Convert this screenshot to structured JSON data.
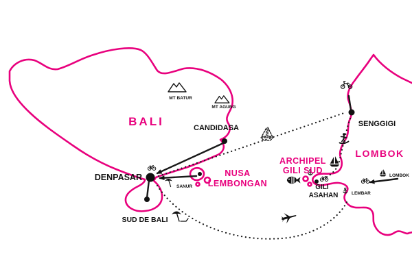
{
  "map": {
    "colors": {
      "island_outline": "#e8007d",
      "region_label": "#e8007d",
      "route_ink": "#1a1a1a",
      "background": "#ffffff"
    },
    "labels": {
      "bali": "BALI",
      "nusa_line1": "NUSA",
      "nusa_line2": "LEMBONGAN",
      "archipel_line1": "ARCHIPEL",
      "archipel_line2": "GILI SUD",
      "lombok": "LOMBOK",
      "candidasa": "CANDIDASA",
      "denpasar": "DENPASAR",
      "sud_de_bali": "SUD DE BALI",
      "senggigi": "SENGGIGI",
      "gili_line1": "GILI",
      "gili_line2": "ASAHAN",
      "mt_batur": "MT BATUR",
      "mt_agung": "MT AGUNG",
      "sanur": "SANUR",
      "lembar": "LEMBAR",
      "lombok_port": "LOMBOK"
    },
    "icons": [
      "mountain-icon",
      "mountain-icon",
      "beach-umbrella-icon",
      "beach-umbrella-icon",
      "sailboat-icon",
      "sailboat-icon",
      "sailboat-icon",
      "surfer-icon",
      "fish-icon",
      "anchor-icon",
      "anchor-icon",
      "airplane-icon",
      "scooter-icon",
      "bicycle-icon",
      "bicycle-icon",
      "bicycle-icon"
    ],
    "routes": {
      "denpasar_senggigi": "dotted",
      "senggigi_gili_coast": "dotted",
      "denpasar_lembar_flight": "dotted",
      "candidasa_denpasar": "solid-arrow",
      "nusa_lembongan_denpasar": "solid-arrow",
      "lombok_lembar": "solid-arrow"
    }
  }
}
